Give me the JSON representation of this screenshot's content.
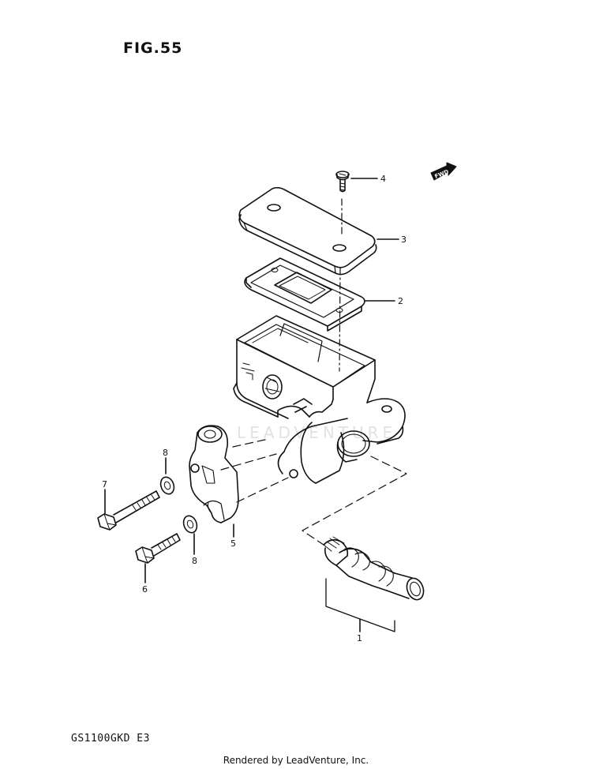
{
  "figure": {
    "title": "FIG.55"
  },
  "model_code": "GS1100GKD  E3",
  "footer": {
    "credit": "Rendered by LeadVenture, Inc."
  },
  "watermark": "LEADVENTURE",
  "fwd_arrow": {
    "label": "FWD"
  },
  "callouts": {
    "c1": "1",
    "c2": "2",
    "c3": "3",
    "c4": "4",
    "c5": "5",
    "c6": "6",
    "c7": "7",
    "c8a": "8",
    "c8b": "8"
  },
  "colors": {
    "line": "#111111",
    "background": "#ffffff"
  }
}
